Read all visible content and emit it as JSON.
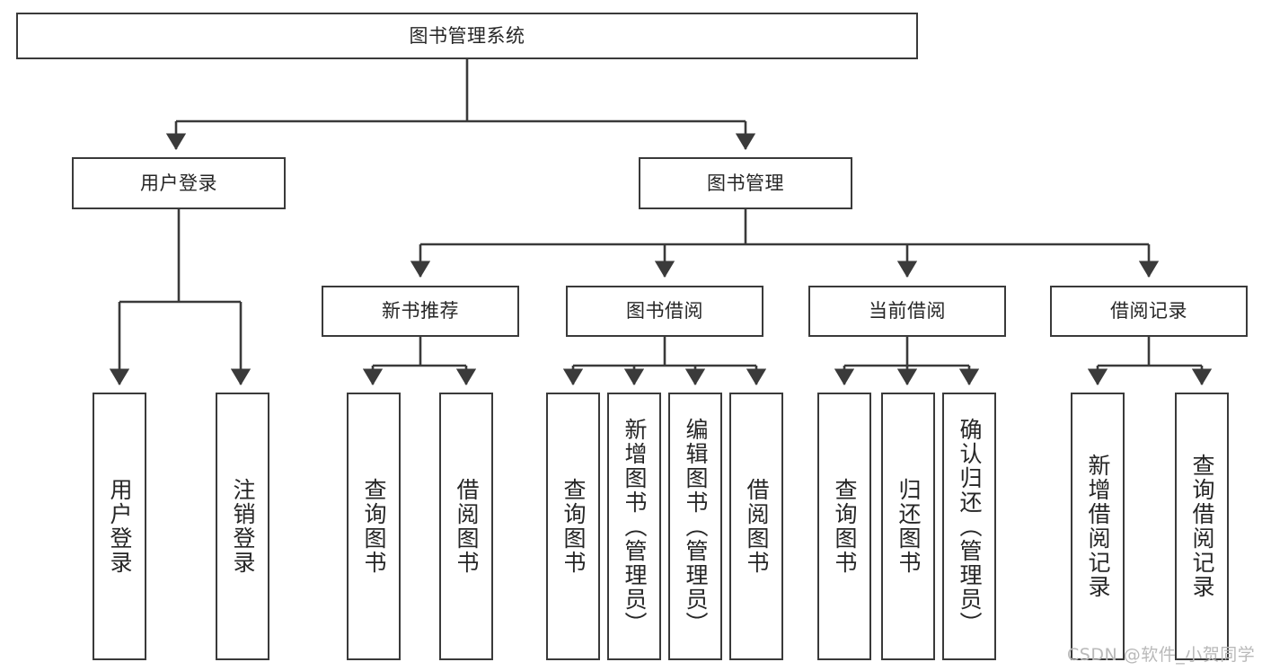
{
  "diagram": {
    "title": "图书管理系统",
    "type": "功能结构图",
    "stroke_color": "#3a3a3a",
    "background_color": "#ffffff",
    "text_color": "#262626",
    "watermark": "CSDN @软件_小贺同学"
  },
  "nodes": {
    "root": {
      "label": "图书管理系统"
    },
    "level2": [
      {
        "label": "用户登录"
      },
      {
        "label": "图书管理"
      }
    ],
    "level3": [
      {
        "label": "新书推荐"
      },
      {
        "label": "图书借阅"
      },
      {
        "label": "当前借阅"
      },
      {
        "label": "借阅记录"
      }
    ],
    "leaves": {
      "user_login": [
        {
          "label": "用户登录"
        },
        {
          "label": "注销登录"
        }
      ],
      "new_book_recommend": [
        {
          "label": "查询图书"
        },
        {
          "label": "借阅图书"
        }
      ],
      "book_borrow": [
        {
          "label": "查询图书"
        },
        {
          "label": "新增图书（管理员）"
        },
        {
          "label": "编辑图书（管理员）"
        },
        {
          "label": "借阅图书"
        }
      ],
      "current_borrow": [
        {
          "label": "查询图书"
        },
        {
          "label": "归还图书"
        },
        {
          "label": "确认归还（管理员）"
        }
      ],
      "borrow_record": [
        {
          "label": "新增借阅记录"
        },
        {
          "label": "查询借阅记录"
        }
      ]
    }
  }
}
